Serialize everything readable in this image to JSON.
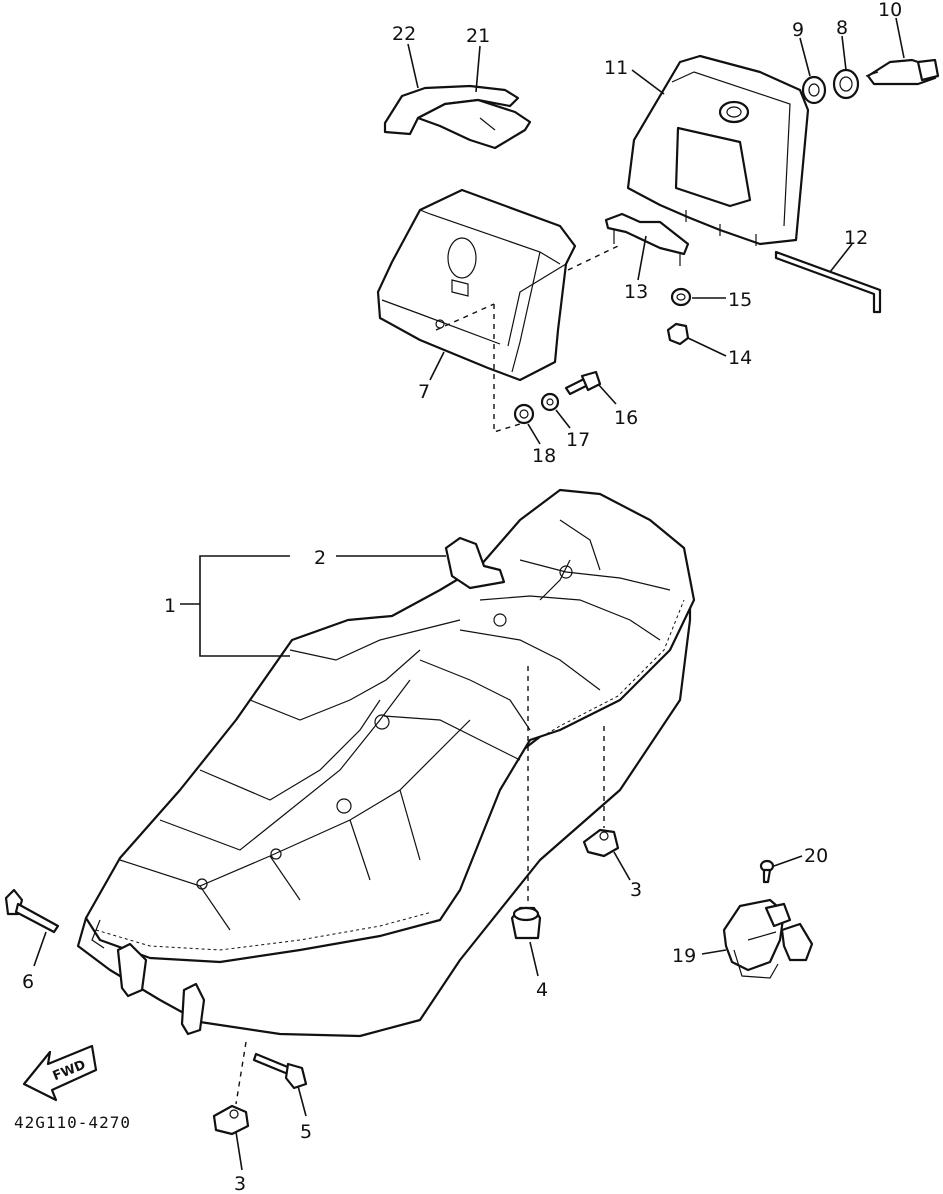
{
  "diagram_code": "42G110-4270",
  "fwd_label": "FWD",
  "callouts": {
    "c1": "1",
    "c2": "2",
    "c3a": "3",
    "c3b": "3",
    "c4": "4",
    "c5": "5",
    "c6": "6",
    "c7": "7",
    "c8": "8",
    "c9": "9",
    "c10": "10",
    "c11": "11",
    "c12": "12",
    "c13": "13",
    "c14": "14",
    "c15": "15",
    "c16": "16",
    "c17": "17",
    "c18": "18",
    "c19": "19",
    "c20": "20",
    "c21": "21",
    "c22": "22"
  },
  "colors": {
    "ink": "#111111",
    "paper": "#ffffff"
  }
}
